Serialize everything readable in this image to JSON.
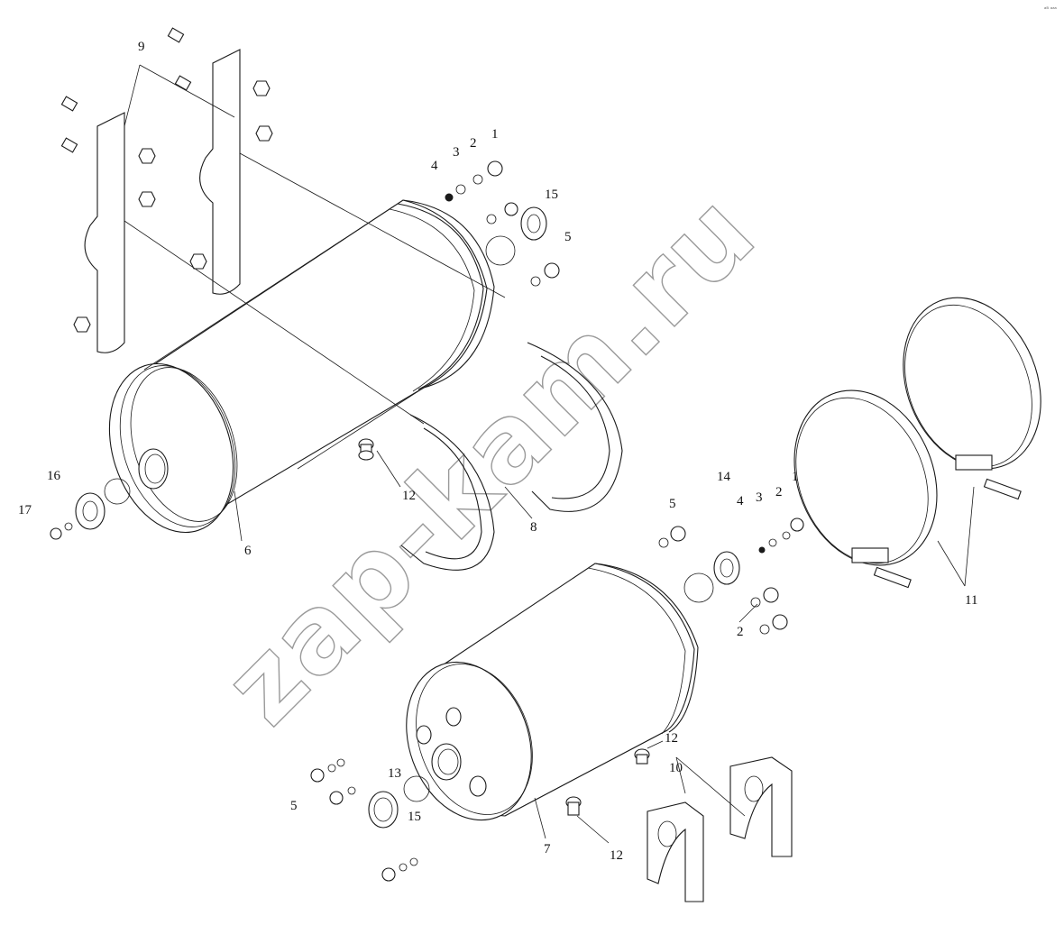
{
  "corner_mark": "ᵃᴮ ᵃᵃᵃ",
  "watermark": "zap-kam.ru",
  "callouts": {
    "c1a": "1",
    "c2a": "2",
    "c3a": "3",
    "c4a": "4",
    "c15a": "15",
    "c5a": "5",
    "c9": "9",
    "c16": "16",
    "c17": "17",
    "c6": "6",
    "c12a": "12",
    "c8": "8",
    "c5b": "5",
    "c14": "14",
    "c4b": "4",
    "c3b": "3",
    "c2b": "2",
    "c1b": "1",
    "c11": "11",
    "c2c": "2",
    "c12b": "12",
    "c10": "10",
    "c13": "13",
    "c5c": "5",
    "c15b": "15",
    "c7": "7",
    "c12c": "12"
  }
}
